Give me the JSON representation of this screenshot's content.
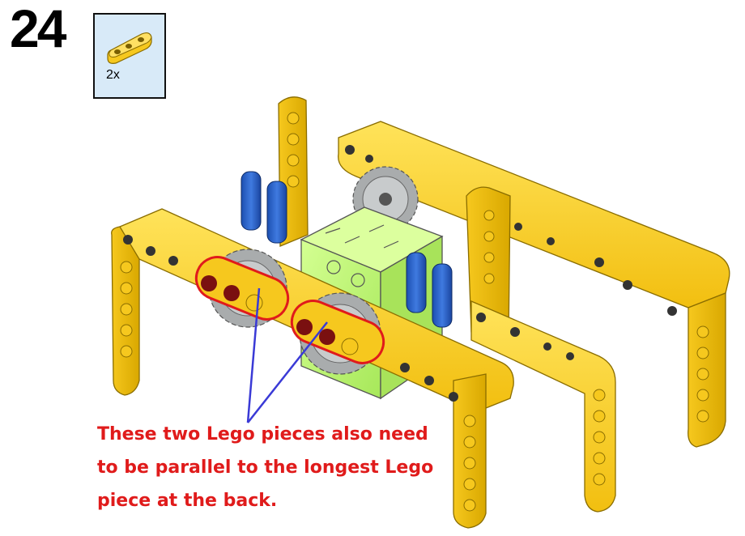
{
  "step": {
    "number": "24"
  },
  "parts_callout": {
    "quantity": "2x",
    "part_icon": "yellow-3-hole-beam-icon"
  },
  "annotation": {
    "lines": [
      "These two Lego pieces also need",
      "to be parallel to the longest Lego",
      "piece at the back."
    ],
    "color": "#e01b1b"
  },
  "colors": {
    "beam_yellow": "#f6c81e",
    "gear_gray": "#a9acad",
    "block_green": "#b5f26a",
    "pin_blue": "#1f5cc6",
    "highlight_red": "#e01b1b",
    "pointer_blue": "#3a3ad6"
  }
}
